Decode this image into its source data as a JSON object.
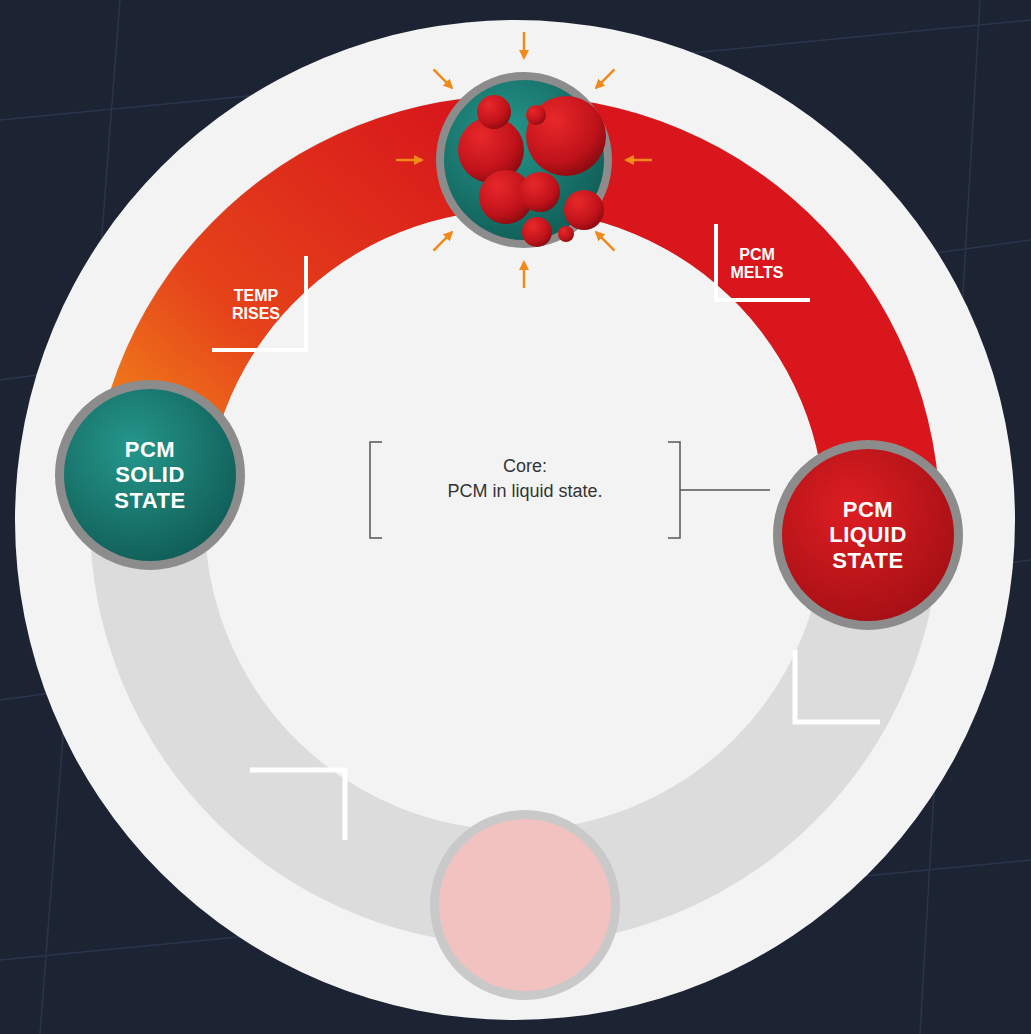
{
  "diagram": {
    "nodes": [
      {
        "text": [
          "PCM SOLID STATE"
        ]
      },
      {
        "text": [
          "PCM LIQUID STATE"
        ]
      }
    ],
    "labels": [
      "TEMP RISES",
      "PCM MELTS",
      "Core:",
      "PCM in liquid state."
    ]
  }
}
